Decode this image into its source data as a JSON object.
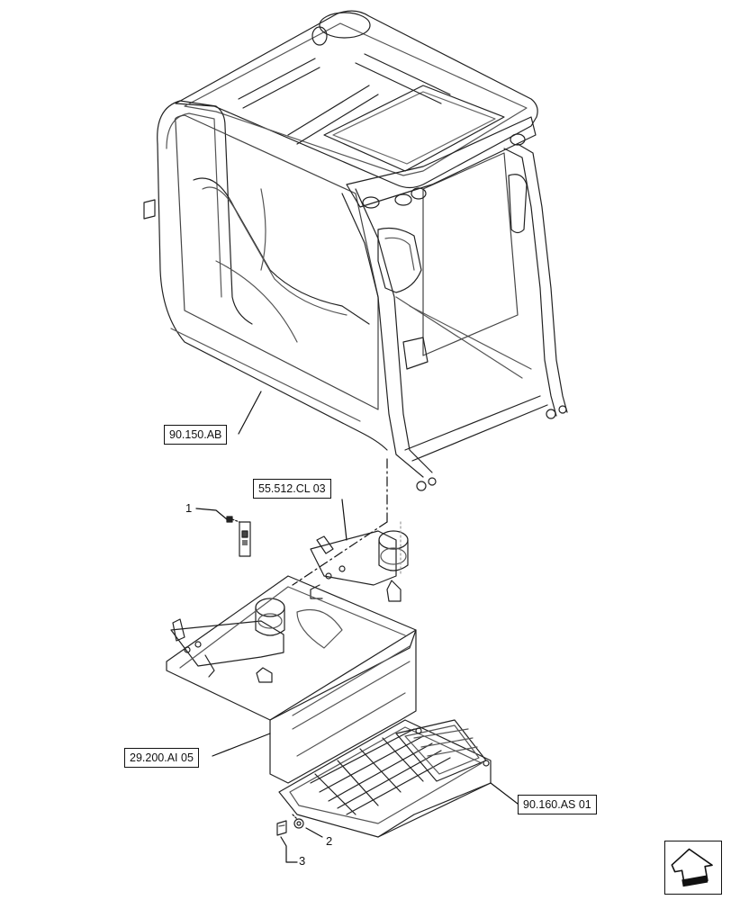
{
  "diagram": {
    "references": {
      "cab": "90.150.AB",
      "controls": "55.512.CL 03",
      "left_panel": "29.200.AI 05",
      "floor_mat": "90.160.AS 01"
    },
    "callouts": {
      "item1": "1",
      "item2": "2",
      "item3": "3"
    },
    "nav_icon": "next-page-arrow-icon"
  }
}
